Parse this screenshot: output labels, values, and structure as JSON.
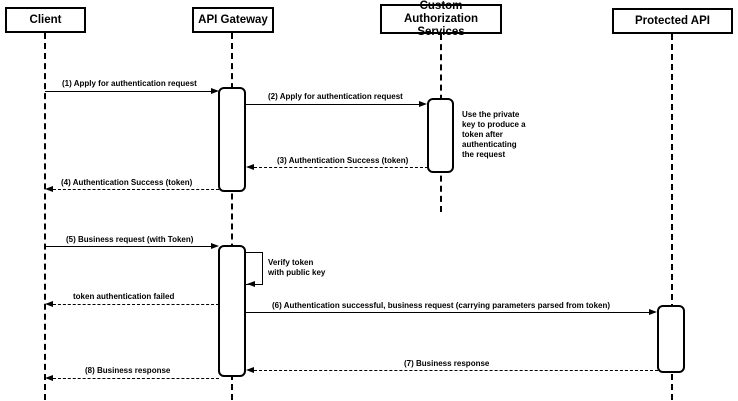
{
  "diagram_type": "uml-sequence-diagram",
  "colors": {
    "stroke": "#000000",
    "fill": "#ffffff",
    "background": "#ffffff"
  },
  "actors": [
    {
      "label": "Client"
    },
    {
      "label": "API Gateway"
    },
    {
      "label": "Custom Authorization Services"
    },
    {
      "label": "Protected API"
    }
  ],
  "messages": [
    {
      "label": "(1) Apply for authentication request",
      "from": "Client",
      "to": "API Gateway",
      "line": "solid",
      "direction": "right"
    },
    {
      "label": "(2) Apply for authentication request",
      "from": "API Gateway",
      "to": "Custom Authorization Services",
      "line": "solid",
      "direction": "right"
    },
    {
      "label": "(3) Authentication Success (token)",
      "from": "Custom Authorization Services",
      "to": "API Gateway",
      "line": "dashed",
      "direction": "left"
    },
    {
      "label": "(4) Authentication Success (token)",
      "from": "API Gateway",
      "to": "Client",
      "line": "dashed",
      "direction": "left"
    },
    {
      "label": "(5) Business request (with Token)",
      "from": "Client",
      "to": "API Gateway",
      "line": "solid",
      "direction": "right"
    },
    {
      "label": "Verify token\nwith public key",
      "from": "API Gateway",
      "to": "API Gateway",
      "line": "solid",
      "direction": "self"
    },
    {
      "label": "token authentication failed",
      "from": "API Gateway",
      "to": "Client",
      "line": "dashed",
      "direction": "left"
    },
    {
      "label": "(6) Authentication successful, business request (carrying parameters parsed from token)",
      "from": "API Gateway",
      "to": "Protected API",
      "line": "solid",
      "direction": "right"
    },
    {
      "label": "(7) Business response",
      "from": "Protected API",
      "to": "API Gateway",
      "line": "dashed",
      "direction": "left"
    },
    {
      "label": "(8) Business response",
      "from": "API Gateway",
      "to": "Client",
      "line": "dashed",
      "direction": "left"
    }
  ],
  "note": {
    "text": "Use the private\nkey to produce a\ntoken after\nauthenticating\nthe request"
  }
}
